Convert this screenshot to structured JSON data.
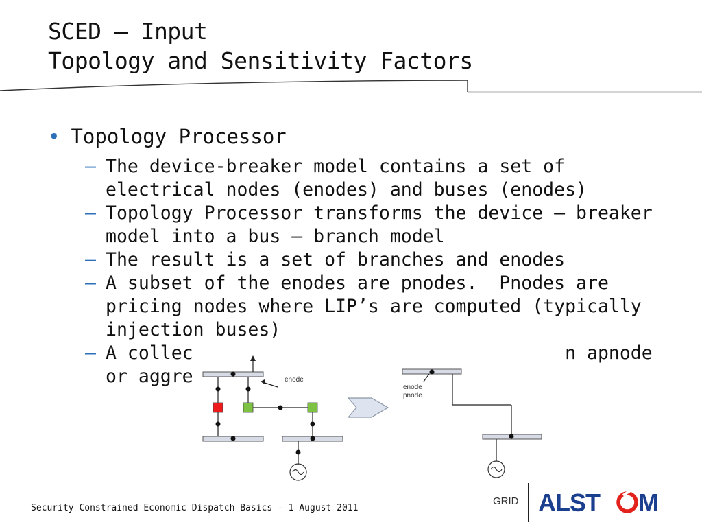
{
  "slide": {
    "title_line1": "SCED – Input",
    "title_line2": "Topology and Sensitivity Factors",
    "bullet": "Topology Processor",
    "subbullets": [
      "The device-breaker model contains a set of electrical nodes (enodes) and buses (enodes)",
      "Topology Processor transforms the device – breaker model into a bus – branch model",
      "The result is a set of branches and enodes",
      "A subset of the enodes are pnodes.  Pnodes are pricing nodes where LIP’s are computed (typically injection buses)",
      "A collec                                  n apnode or aggre"
    ]
  },
  "diagram": {
    "label_enode": "enode",
    "label_enode2": "enode",
    "label_pnode": "pnode",
    "colors": {
      "breaker_open": "#ee1c1c",
      "breaker_closed": "#7dc242",
      "bus": "#d6dbe6"
    }
  },
  "footer": {
    "text": "Security Constrained Economic Dispatch Basics  -  1 August 2011",
    "grid_label": "GRID",
    "logo_text": "ALSTOM",
    "logo_color": "#1b3f8f",
    "logo_accent": "#e3221b"
  }
}
